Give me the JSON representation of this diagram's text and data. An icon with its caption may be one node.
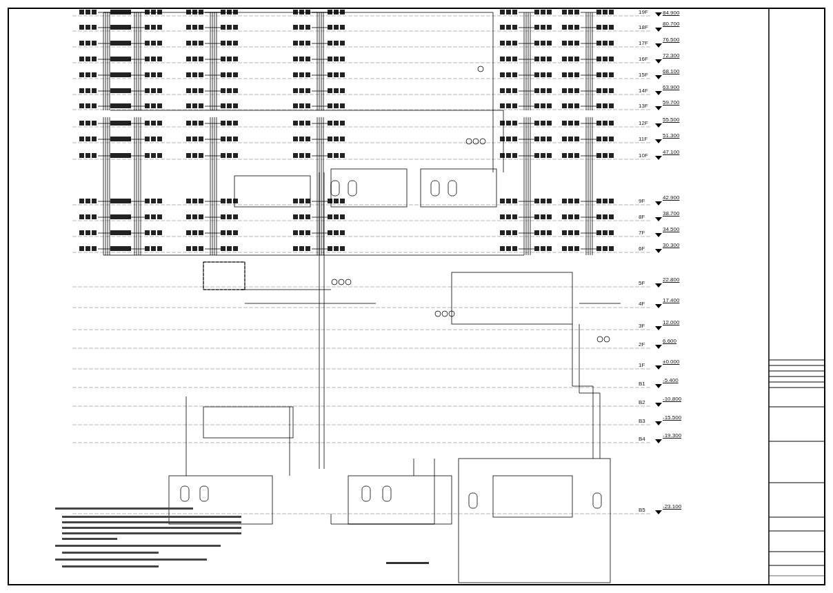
{
  "diagram": {
    "labels": [
      "19F",
      "84.900",
      "18F",
      "80.700",
      "17F",
      "76.500",
      "16F",
      "72.300",
      "15F",
      "68.100",
      "14F",
      "63.900",
      "13F",
      "59.700",
      "12F",
      "55.500",
      "11F",
      "51.300",
      "10F",
      "47.100",
      "9F",
      "42.900",
      "8F",
      "38.700",
      "7F",
      "34.500",
      "6F",
      "30.300",
      "5F",
      "22.800",
      "4F",
      "17.400",
      "3F",
      "12.000",
      "2F",
      "6.600",
      "1F",
      "±0.000",
      "B1",
      "-5.400",
      "B2",
      "-10.800",
      "B3",
      "-15.500",
      "B4",
      "-19.300",
      "B5",
      "-23.100"
    ]
  }
}
